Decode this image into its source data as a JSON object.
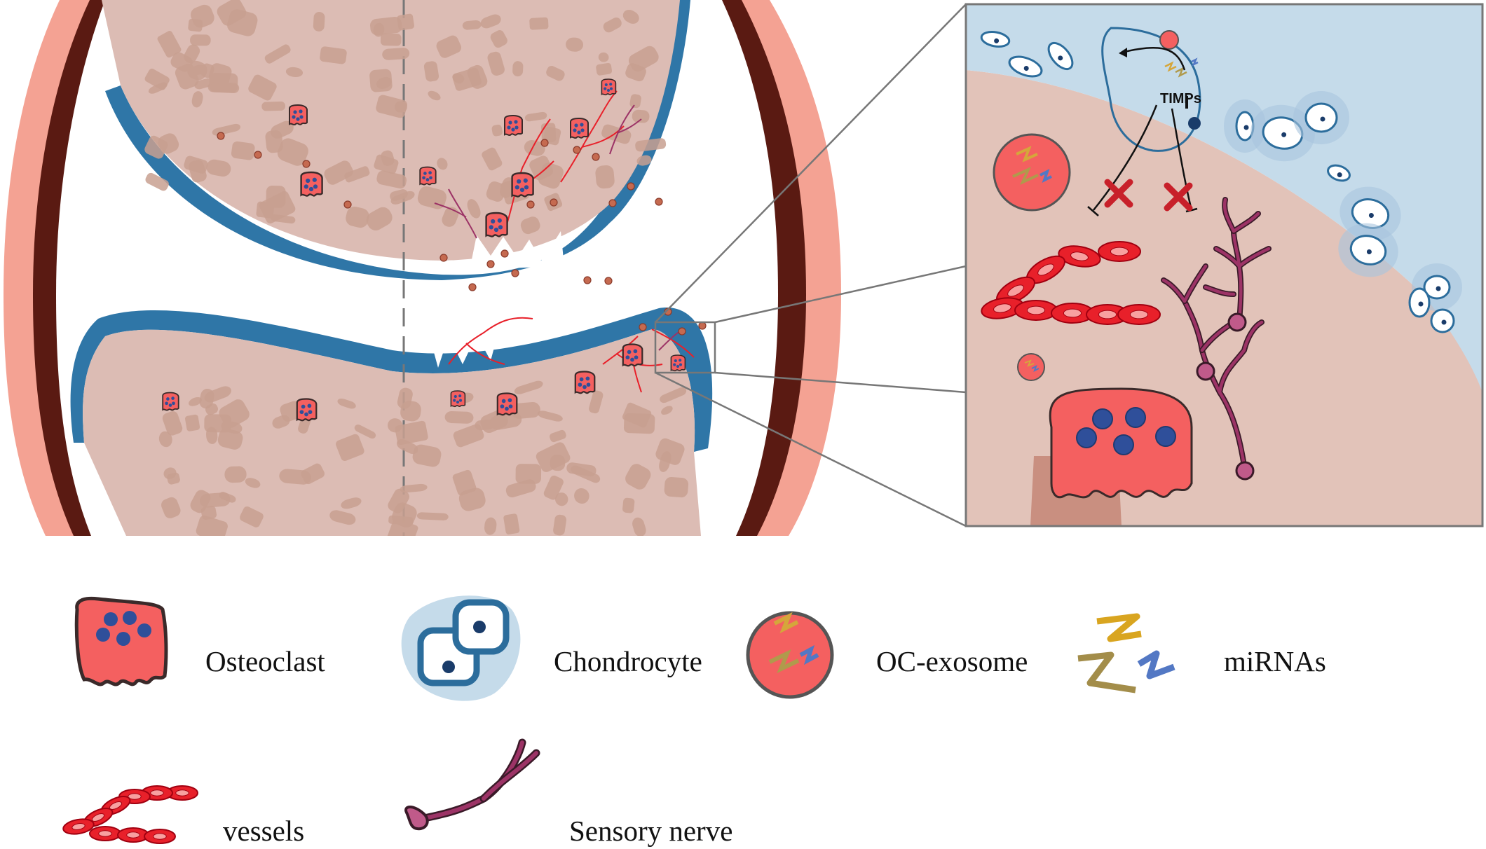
{
  "inset": {
    "factor_label": "TIMPs"
  },
  "legend": {
    "osteoclast": "Osteoclast",
    "chondrocyte": "Chondrocyte",
    "oc_exosome": "OC-exosome",
    "mirnas": "miRNAs",
    "vessels": "vessels",
    "sensory_nerve": "Sensory nerve"
  },
  "colors": {
    "bone": "#dcbcb4",
    "trabecula": "#c8a090",
    "cartilage": "#2f76a7",
    "capsule_outer": "#f4a293",
    "capsule_inner": "#5a1a12",
    "osteoclast": "#f46060",
    "nucleus": "#2f4f9a",
    "vessel": "#e8202a",
    "nerve": "#9c3366",
    "inset_cartilage": "#c5dbea"
  }
}
